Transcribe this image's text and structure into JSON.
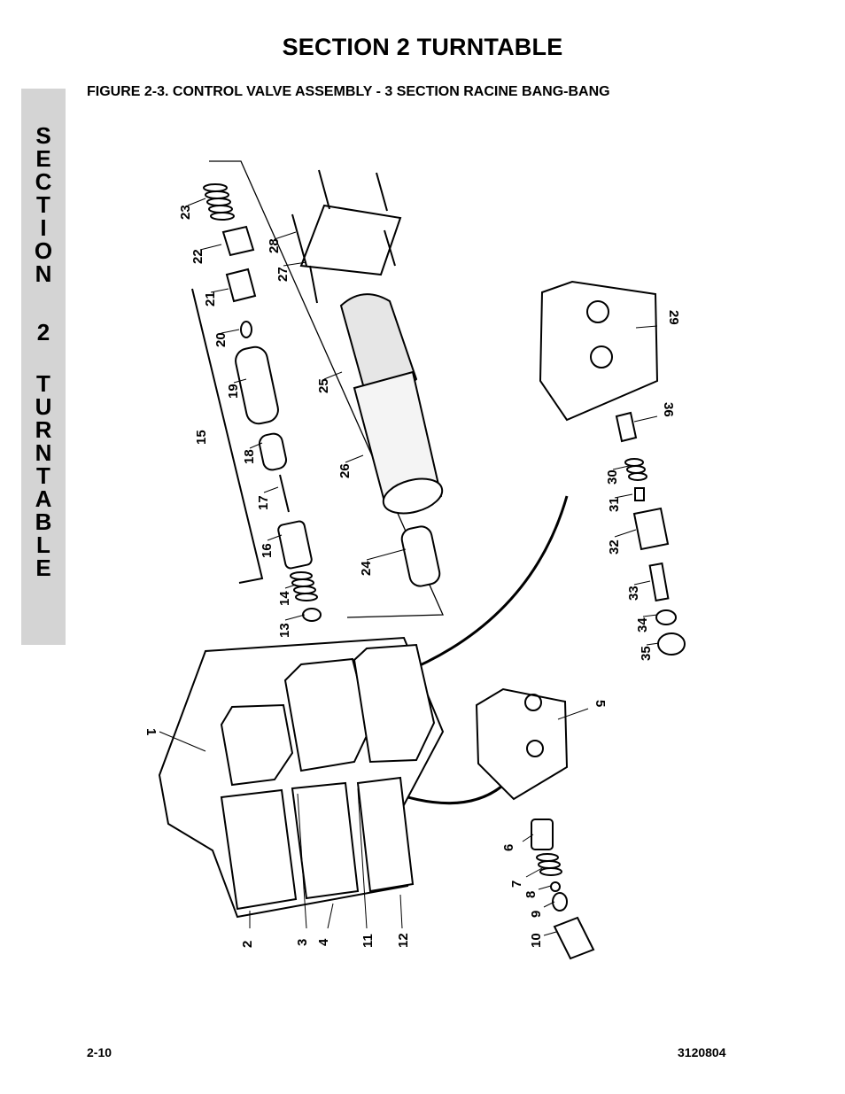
{
  "header": {
    "section_title": "SECTION 2  TURNTABLE",
    "figure_caption": "FIGURE 2-3.    CONTROL VALVE ASSEMBLY - 3 SECTION RACINE BANG-BANG"
  },
  "side_tab": {
    "letters": [
      "S",
      "E",
      "C",
      "T",
      "I",
      "O",
      "N",
      "",
      "2",
      "",
      "T",
      "U",
      "R",
      "N",
      "T",
      "A",
      "B",
      "L",
      "E"
    ]
  },
  "diagram": {
    "callouts": [
      "1",
      "2",
      "3",
      "4",
      "5",
      "6",
      "7",
      "8",
      "9",
      "10",
      "11",
      "12",
      "13",
      "14",
      "15",
      "16",
      "17",
      "18",
      "19",
      "20",
      "21",
      "22",
      "23",
      "24",
      "25",
      "26",
      "27",
      "28",
      "29",
      "30",
      "31",
      "32",
      "33",
      "34",
      "35",
      "36"
    ]
  },
  "footer": {
    "page_number": "2-10",
    "doc_number": "3120804"
  }
}
